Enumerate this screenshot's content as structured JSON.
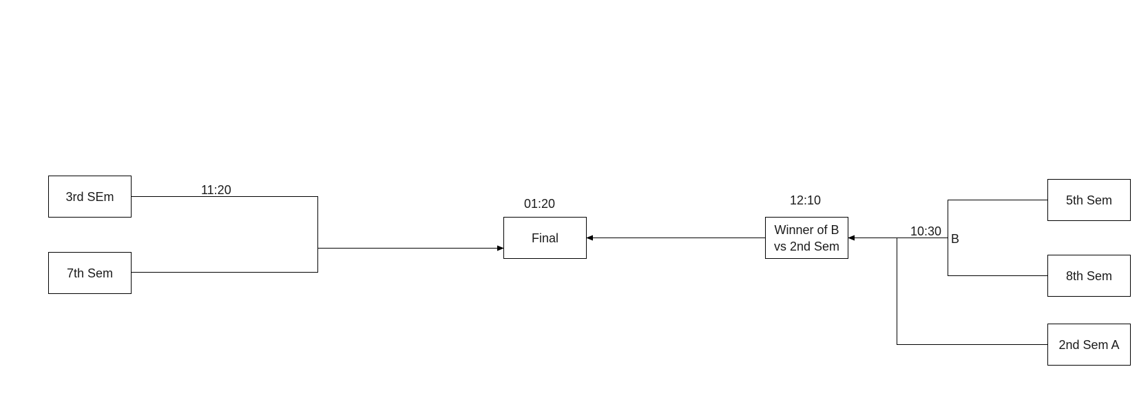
{
  "boxes": {
    "sem3": "3rd SEm",
    "sem7": "7th Sem",
    "final": "Final",
    "winner_b": "Winner of B\nvs 2nd Sem",
    "sem5": "5th  Sem",
    "sem8": "8th Sem",
    "sem2a": "2nd Sem A"
  },
  "labels": {
    "time_left": "11:20",
    "time_final": "01:20",
    "time_winner": "12:10",
    "time_b": "10:30",
    "bracket_b": "B"
  }
}
